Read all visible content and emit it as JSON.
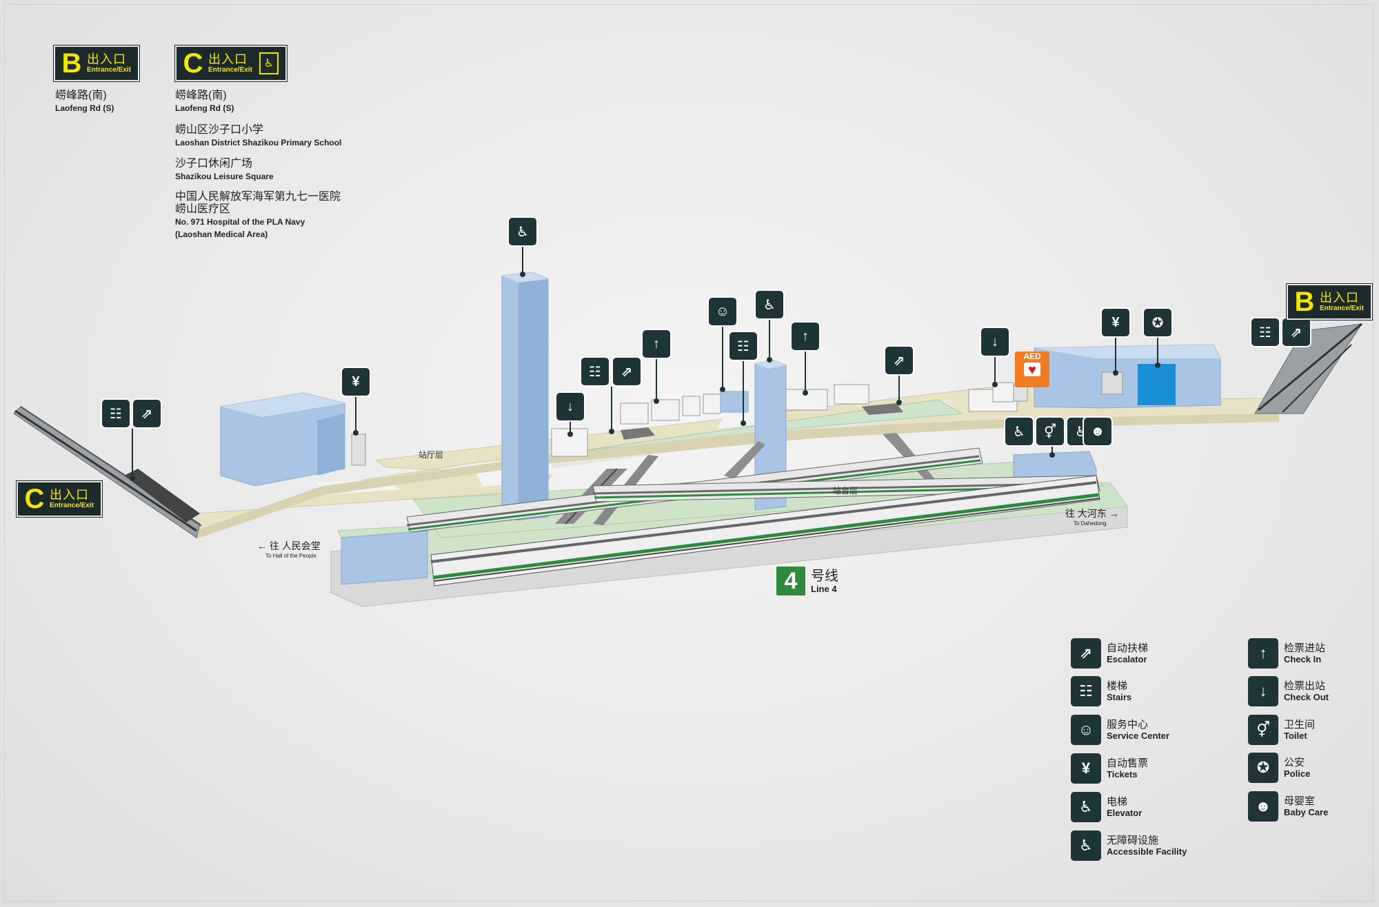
{
  "exits": {
    "b_top": {
      "letter": "B",
      "cn": "出入口",
      "en": "Entrance/Exit"
    },
    "c_top": {
      "letter": "C",
      "cn": "出入口",
      "en": "Entrance/Exit"
    },
    "b_right": {
      "letter": "B",
      "cn": "出入口",
      "en": "Entrance/Exit"
    },
    "c_left": {
      "letter": "C",
      "cn": "出入口",
      "en": "Entrance/Exit"
    }
  },
  "destinations_b": [
    {
      "cn": "崂峰路(南)",
      "en": "Laofeng Rd (S)"
    }
  ],
  "destinations_c": [
    {
      "cn": "崂峰路(南)",
      "en": "Laofeng Rd (S)"
    },
    {
      "cn": "崂山区沙子口小学",
      "en": "Laoshan District Shazikou Primary School"
    },
    {
      "cn": "沙子口休闲广场",
      "en": "Shazikou Leisure Square"
    },
    {
      "cn": "中国人民解放军海军第九七一医院",
      "cn2": "崂山医疗区",
      "en": "No. 971 Hospital of the PLA Navy",
      "en2": "(Laoshan Medical Area)"
    }
  ],
  "levels": {
    "concourse": "站厅层",
    "platform": "站台层"
  },
  "directions": {
    "left": {
      "arrow": "←",
      "cn": "往 人民会堂",
      "en": "To Hall of the People"
    },
    "right": {
      "arrow": "→",
      "cn": "往 大河东",
      "en": "To Dahedong"
    }
  },
  "line": {
    "number": "4",
    "cn": "号线",
    "en": "Line 4"
  },
  "aed": {
    "label": "AED"
  },
  "legend": [
    {
      "icon": "escalator-icon",
      "glyph": "⇗",
      "cn": "自动扶梯",
      "en": "Escalator"
    },
    {
      "icon": "stairs-icon",
      "glyph": "☷",
      "cn": "楼梯",
      "en": "Stairs"
    },
    {
      "icon": "service-center-icon",
      "glyph": "☺",
      "cn": "服务中心",
      "en": "Service Center"
    },
    {
      "icon": "tickets-icon",
      "glyph": "¥",
      "cn": "自动售票",
      "en": "Tickets"
    },
    {
      "icon": "elevator-icon",
      "glyph": "♿",
      "cn": "电梯",
      "en": "Elevator"
    },
    {
      "icon": "accessible-icon",
      "glyph": "♿",
      "cn": "无障碍设施",
      "en": "Accessible Facility"
    },
    {
      "icon": "check-in-icon",
      "glyph": "↑",
      "cn": "检票进站",
      "en": "Check In"
    },
    {
      "icon": "check-out-icon",
      "glyph": "↓",
      "cn": "检票出站",
      "en": "Check Out"
    },
    {
      "icon": "toilet-icon",
      "glyph": "⚥",
      "cn": "卫生间",
      "en": "Toilet"
    },
    {
      "icon": "police-icon",
      "glyph": "✪",
      "cn": "公安",
      "en": "Police"
    },
    {
      "icon": "baby-care-icon",
      "glyph": "☻",
      "cn": "母婴室",
      "en": "Baby Care"
    }
  ],
  "colors": {
    "sign_bg": "#1e3436",
    "exit_yellow": "#f2e600",
    "line4_green": "#2e8b3e",
    "concourse": "#e8e2c4",
    "platform": "#cfe3c9",
    "structure": "#a9c4e4",
    "aed_orange": "#f07b22"
  }
}
